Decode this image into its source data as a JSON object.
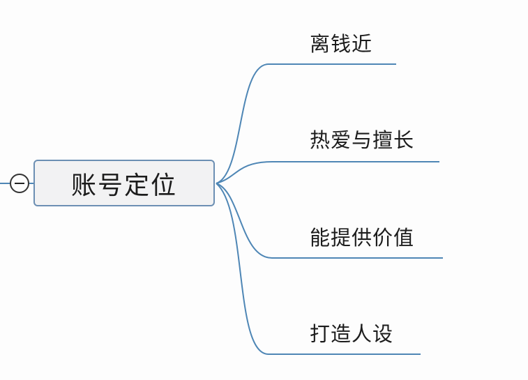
{
  "root": {
    "label": "账号定位",
    "toggle_icon": "minus-circle-icon"
  },
  "branches": [
    {
      "label": "离钱近"
    },
    {
      "label": "热爱与擅长"
    },
    {
      "label": "能提供价值"
    },
    {
      "label": "打造人设"
    }
  ],
  "colors": {
    "connector": "#4e86b5",
    "root_border": "#6c8fb3",
    "root_fill": "#f2f2f3",
    "text": "#1c1c1c",
    "background": "#fdfdfd"
  }
}
